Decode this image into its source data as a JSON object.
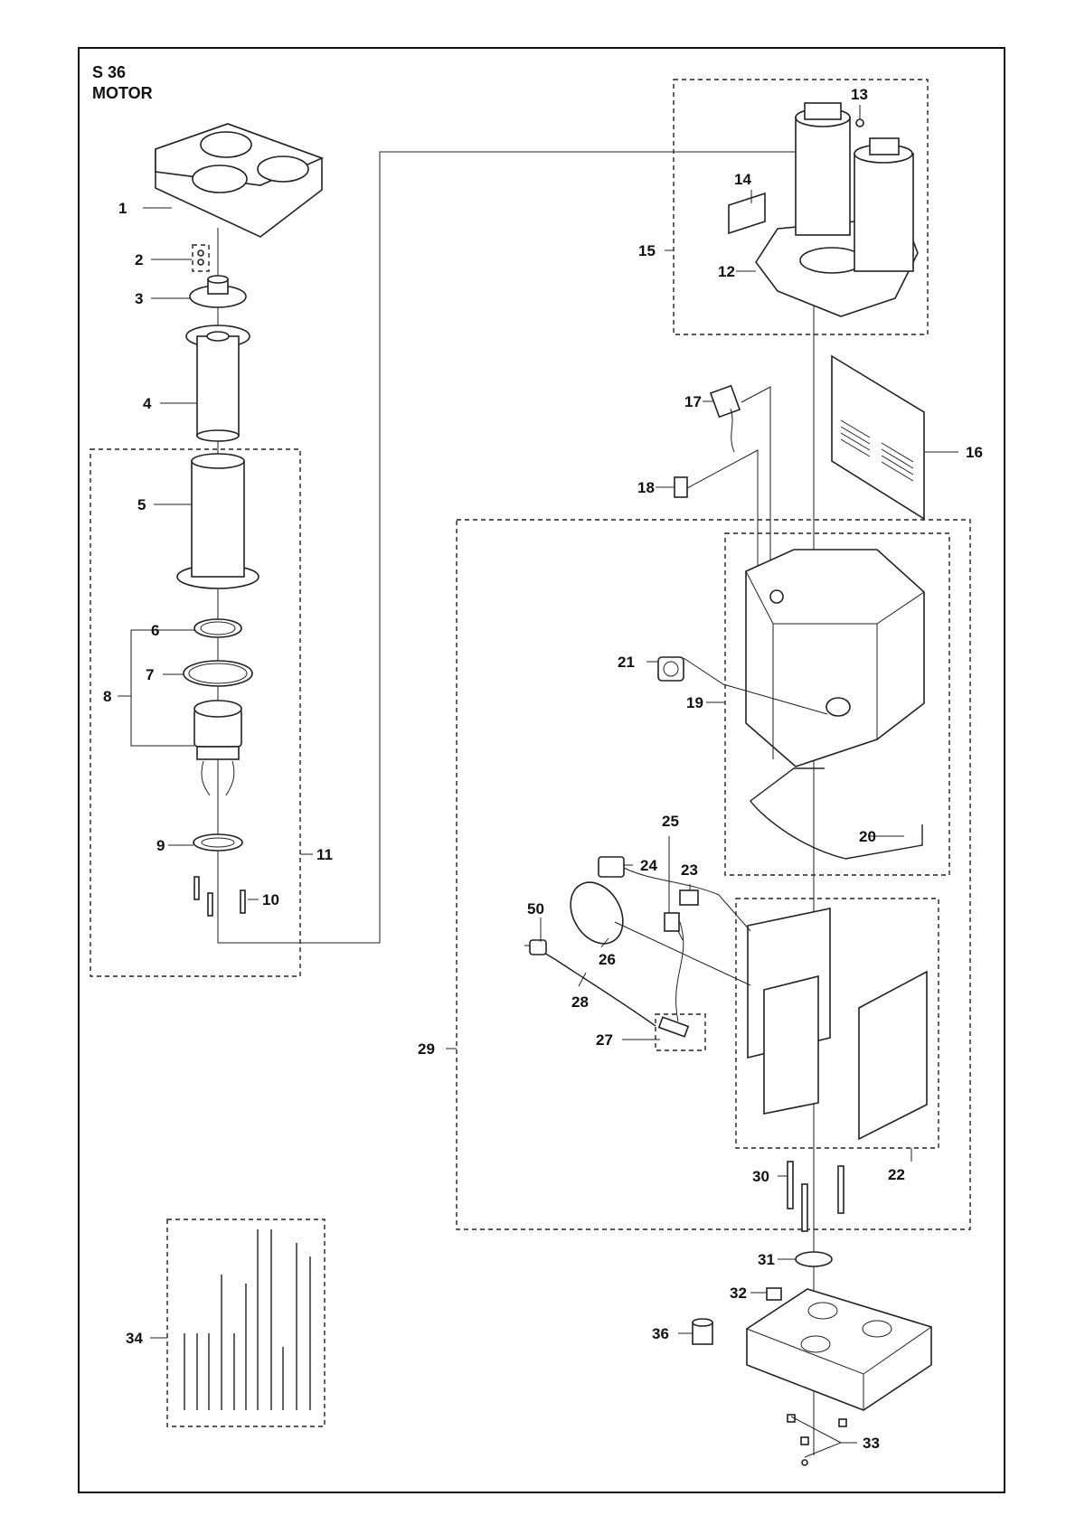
{
  "header": {
    "code": "S 36",
    "name": "MOTOR"
  },
  "labels": [
    "1",
    "2",
    "3",
    "4",
    "5",
    "6",
    "7",
    "8",
    "9",
    "10",
    "11",
    "12",
    "13",
    "14",
    "15",
    "16",
    "17",
    "18",
    "19",
    "20",
    "21",
    "22",
    "23",
    "24",
    "25",
    "26",
    "27",
    "28",
    "29",
    "30",
    "31",
    "32",
    "33",
    "34",
    "36",
    "50"
  ]
}
